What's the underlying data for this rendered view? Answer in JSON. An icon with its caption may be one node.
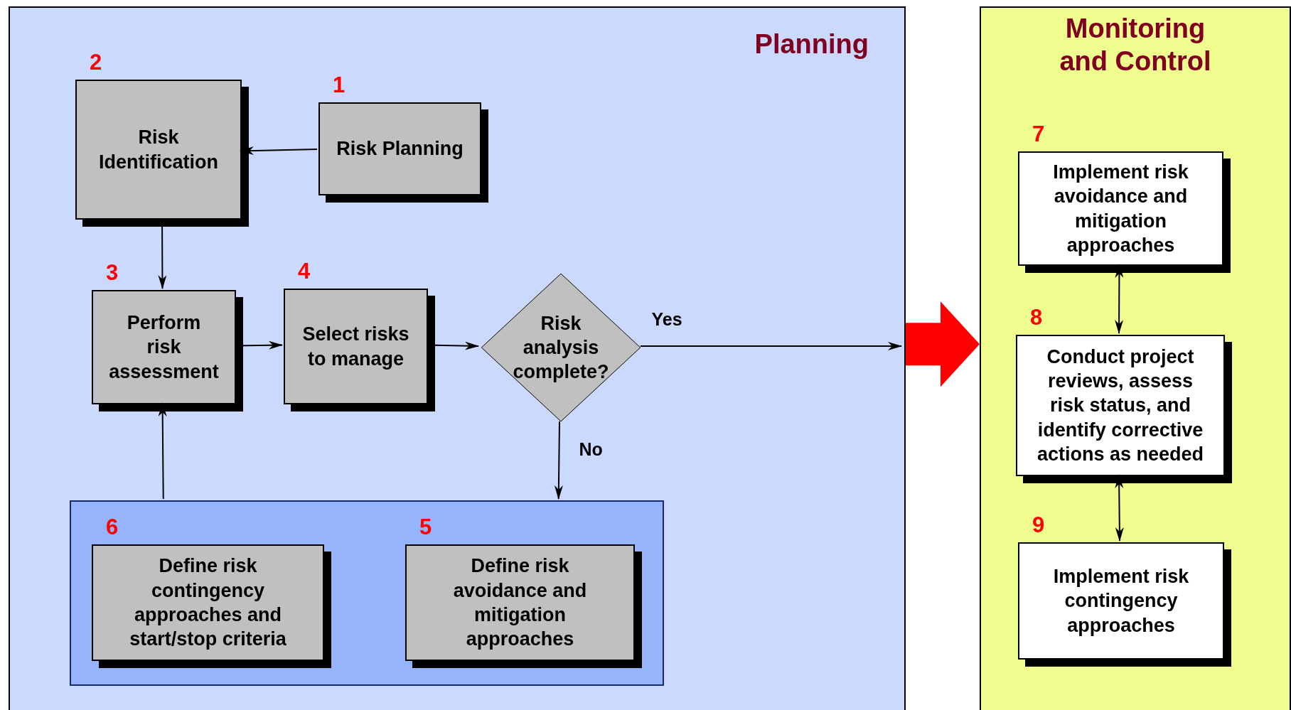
{
  "diagram": {
    "nodes": [
      {
        "text": [
          "Planning"
        ]
      },
      {
        "text": [
          "Monitoring and Control"
        ]
      },
      {
        "text": [
          "Risk Planning"
        ],
        "in": 0,
        "beside": [
          "1"
        ]
      },
      {
        "text": [
          "Risk Identification"
        ],
        "in": 0,
        "beside": [
          "2"
        ]
      },
      {
        "text": [
          "Perform risk assessment"
        ],
        "in": 0,
        "beside": [
          "3"
        ]
      },
      {
        "text": [
          "Select risks to manage"
        ],
        "in": 0,
        "beside": [
          "4"
        ]
      },
      {
        "text": [
          "Risk analysis complete?"
        ],
        "in": 0
      },
      {
        "text": [],
        "shape": "box",
        "in": 0
      },
      {
        "text": [
          "Define risk contingency approaches and start/stop criteria"
        ],
        "in": 7,
        "beside": [
          "6"
        ]
      },
      {
        "text": [
          "Define risk avoidance and mitigation approaches"
        ],
        "in": 7,
        "beside": [
          "5"
        ]
      },
      {
        "text": [
          "Implement risk avoidance and mitigation approaches"
        ],
        "in": 1,
        "beside": [
          "7"
        ]
      },
      {
        "text": [
          "Conduct project reviews, assess risk status, and identify corrective actions as needed"
        ],
        "in": 1,
        "beside": [
          "8"
        ]
      },
      {
        "text": [
          "Implement risk contingency approaches"
        ],
        "in": 1,
        "beside": [
          "9"
        ]
      }
    ],
    "edges": [
      {
        "from": 2,
        "to": 3,
        "arrow": "to"
      },
      {
        "from": 3,
        "to": 4,
        "arrow": "to"
      },
      {
        "from": 4,
        "to": 5,
        "arrow": "to"
      },
      {
        "from": 5,
        "to": 6,
        "arrow": "to"
      },
      {
        "from": 6,
        "to": null,
        "arrow": "to",
        "label": "Yes"
      },
      {
        "from": 6,
        "to": 7,
        "arrow": "to",
        "label": "No"
      },
      {
        "from": 7,
        "to": 4,
        "arrow": "to"
      },
      {
        "from": 0,
        "to": 1,
        "arrow": "to",
        "style": "thick",
        "color": "#ff0000"
      },
      {
        "from": 10,
        "to": 11,
        "arrow": "both"
      },
      {
        "from": 11,
        "to": 12,
        "arrow": "both"
      }
    ]
  }
}
